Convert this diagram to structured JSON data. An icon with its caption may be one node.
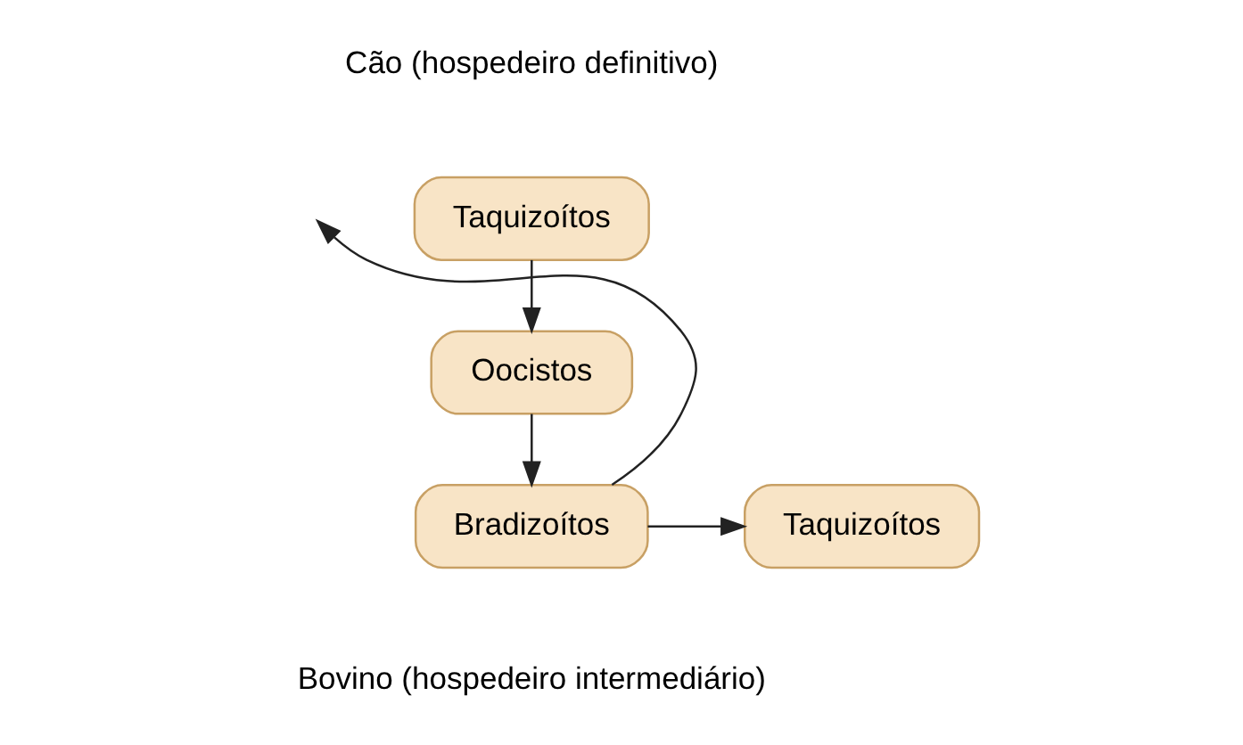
{
  "diagram": {
    "nodes": [
      {
        "text": [
          "Taquizoítos"
        ]
      },
      {
        "text": [
          "Oocistos"
        ]
      },
      {
        "text": [
          "Bradizoítos"
        ]
      },
      {
        "text": [
          "Taquizoítos"
        ]
      }
    ],
    "edges": [
      {
        "from": 0,
        "to": 1,
        "arrow": "to"
      },
      {
        "from": 1,
        "to": 2,
        "arrow": "to"
      },
      {
        "from": 2,
        "to": 3,
        "arrow": "to"
      },
      {
        "from": 2,
        "to": null,
        "arrow": "to"
      }
    ],
    "labels": [
      "Cão (hospedeiro definitivo)",
      "Bovino (hospedeiro intermediário)"
    ]
  }
}
